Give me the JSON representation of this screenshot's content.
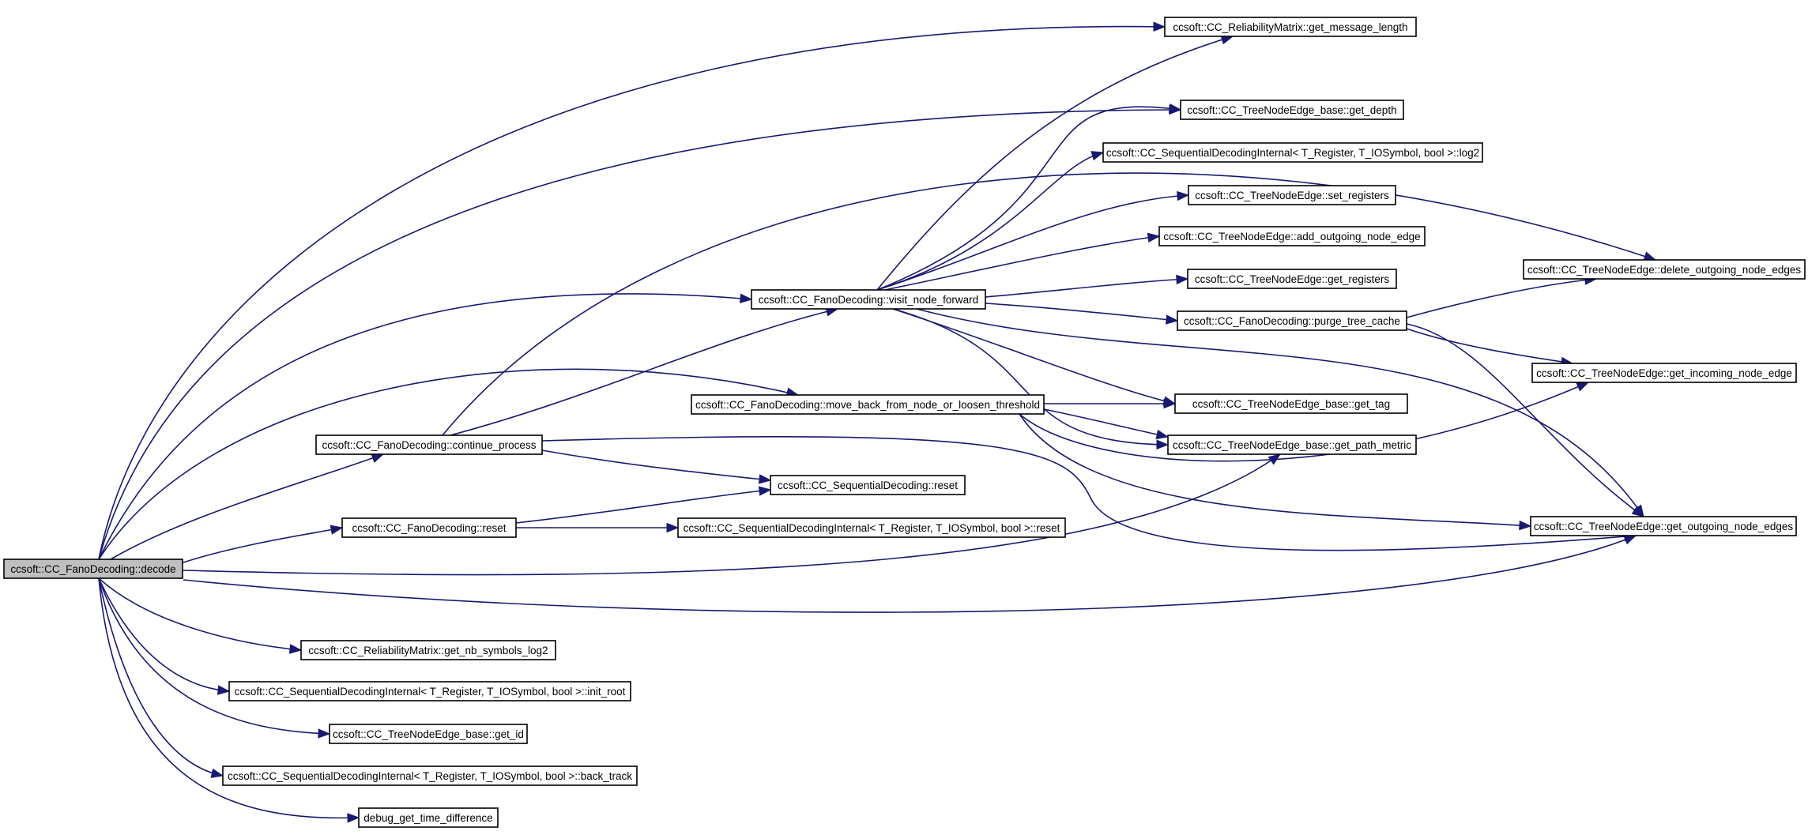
{
  "graph": {
    "root": "decode",
    "nodes": [
      {
        "id": "decode",
        "label": "ccsoft::CC_FanoDecoding::decode",
        "highlight": true
      },
      {
        "id": "rm_len",
        "label": "ccsoft::CC_ReliabilityMatrix::get_message_length"
      },
      {
        "id": "get_depth",
        "label": "ccsoft::CC_TreeNodeEdge_base::get_depth"
      },
      {
        "id": "log2",
        "label": "ccsoft::CC_SequentialDecodingInternal< T_Register, T_IOSymbol, bool >::log2"
      },
      {
        "id": "set_reg",
        "label": "ccsoft::CC_TreeNodeEdge::set_registers"
      },
      {
        "id": "add_out",
        "label": "ccsoft::CC_TreeNodeEdge::add_outgoing_node_edge"
      },
      {
        "id": "get_reg",
        "label": "ccsoft::CC_TreeNodeEdge::get_registers"
      },
      {
        "id": "del_out",
        "label": "ccsoft::CC_TreeNodeEdge::delete_outgoing_node_edges"
      },
      {
        "id": "visit",
        "label": "ccsoft::CC_FanoDecoding::visit_node_forward"
      },
      {
        "id": "purge",
        "label": "ccsoft::CC_FanoDecoding::purge_tree_cache"
      },
      {
        "id": "get_in",
        "label": "ccsoft::CC_TreeNodeEdge::get_incoming_node_edge"
      },
      {
        "id": "move_back",
        "label": "ccsoft::CC_FanoDecoding::move_back_from_node_or_loosen_threshold"
      },
      {
        "id": "get_tag",
        "label": "ccsoft::CC_TreeNodeEdge_base::get_tag"
      },
      {
        "id": "continue",
        "label": "ccsoft::CC_FanoDecoding::continue_process"
      },
      {
        "id": "path_metric",
        "label": "ccsoft::CC_TreeNodeEdge_base::get_path_metric"
      },
      {
        "id": "seq_reset",
        "label": "ccsoft::CC_SequentialDecoding::reset"
      },
      {
        "id": "fano_reset",
        "label": "ccsoft::CC_FanoDecoding::reset"
      },
      {
        "id": "sdi_reset",
        "label": "ccsoft::CC_SequentialDecodingInternal< T_Register, T_IOSymbol, bool >::reset"
      },
      {
        "id": "get_out",
        "label": "ccsoft::CC_TreeNodeEdge::get_outgoing_node_edges"
      },
      {
        "id": "nb_sym",
        "label": "ccsoft::CC_ReliabilityMatrix::get_nb_symbols_log2"
      },
      {
        "id": "init_root",
        "label": "ccsoft::CC_SequentialDecodingInternal< T_Register, T_IOSymbol, bool >::init_root"
      },
      {
        "id": "get_id",
        "label": "ccsoft::CC_TreeNodeEdge_base::get_id"
      },
      {
        "id": "back_track",
        "label": "ccsoft::CC_SequentialDecodingInternal< T_Register, T_IOSymbol, bool >::back_track"
      },
      {
        "id": "debug_time",
        "label": "debug_get_time_difference"
      }
    ],
    "edges": [
      {
        "from": "decode",
        "to": "rm_len"
      },
      {
        "from": "decode",
        "to": "get_depth"
      },
      {
        "from": "decode",
        "to": "visit"
      },
      {
        "from": "decode",
        "to": "move_back"
      },
      {
        "from": "decode",
        "to": "continue"
      },
      {
        "from": "decode",
        "to": "fano_reset"
      },
      {
        "from": "decode",
        "to": "path_metric"
      },
      {
        "from": "decode",
        "to": "get_out"
      },
      {
        "from": "decode",
        "to": "nb_sym"
      },
      {
        "from": "decode",
        "to": "init_root"
      },
      {
        "from": "decode",
        "to": "get_id"
      },
      {
        "from": "decode",
        "to": "back_track"
      },
      {
        "from": "decode",
        "to": "debug_time"
      },
      {
        "from": "visit",
        "to": "rm_len"
      },
      {
        "from": "visit",
        "to": "get_depth"
      },
      {
        "from": "visit",
        "to": "log2"
      },
      {
        "from": "visit",
        "to": "set_reg"
      },
      {
        "from": "visit",
        "to": "add_out"
      },
      {
        "from": "visit",
        "to": "get_reg"
      },
      {
        "from": "visit",
        "to": "purge"
      },
      {
        "from": "visit",
        "to": "get_tag"
      },
      {
        "from": "visit",
        "to": "path_metric"
      },
      {
        "from": "visit",
        "to": "get_out"
      },
      {
        "from": "purge",
        "to": "del_out"
      },
      {
        "from": "purge",
        "to": "get_in"
      },
      {
        "from": "purge",
        "to": "get_out"
      },
      {
        "from": "move_back",
        "to": "get_tag"
      },
      {
        "from": "move_back",
        "to": "path_metric"
      },
      {
        "from": "move_back",
        "to": "get_in"
      },
      {
        "from": "move_back",
        "to": "get_out"
      },
      {
        "from": "continue",
        "to": "del_out"
      },
      {
        "from": "continue",
        "to": "visit"
      },
      {
        "from": "continue",
        "to": "seq_reset"
      },
      {
        "from": "continue",
        "to": "get_out"
      },
      {
        "from": "fano_reset",
        "to": "seq_reset"
      },
      {
        "from": "fano_reset",
        "to": "sdi_reset"
      }
    ]
  },
  "colors": {
    "edge": "#191970",
    "root_fill": "#bfbfbf",
    "node_fill": "#ffffff",
    "node_border": "#000000"
  }
}
